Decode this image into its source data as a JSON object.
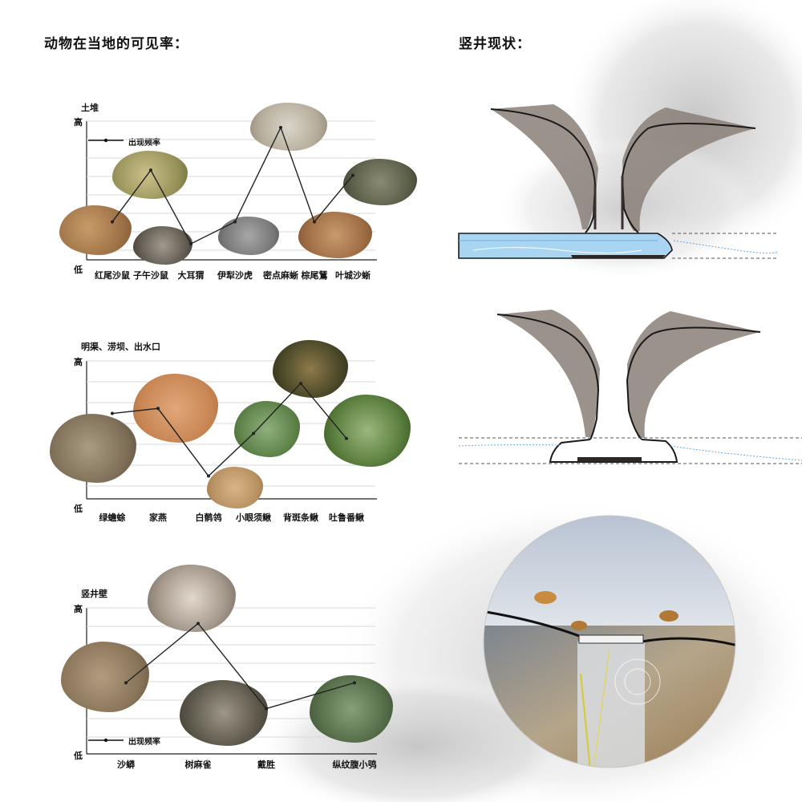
{
  "headings": {
    "visibility": "动物在当地的可见率：",
    "shaft_status": "竖井现状："
  },
  "panels": [
    {
      "title": "土堆",
      "high": "高",
      "low": "低",
      "legend": "出现频率",
      "levels_note": "relative visibility 0 (低) to 1 (高)",
      "items": [
        {
          "label": "红尾沙鼠",
          "level": 0.22
        },
        {
          "label": "子午沙鼠",
          "level": 0.62
        },
        {
          "label": "大耳猬",
          "level": 0.05
        },
        {
          "label": "伊犁沙虎",
          "level": 0.22
        },
        {
          "label": "密点麻蜥",
          "level": 0.95
        },
        {
          "label": "棕尾鵟",
          "level": 0.22
        },
        {
          "label": "叶城沙蜥",
          "level": 0.58
        }
      ]
    },
    {
      "title": "明渠、涝坝、出水口",
      "high": "高",
      "low": "低",
      "items": [
        {
          "label": "绿蟾蜍",
          "level": 0.58
        },
        {
          "label": "家燕",
          "level": 0.62
        },
        {
          "label": "白鹡鸰",
          "level": 0.08
        },
        {
          "label": "小眼须鳅",
          "level": 0.42
        },
        {
          "label": "背斑条鳅",
          "level": 0.82
        },
        {
          "label": "吐鲁番鳅",
          "level": 0.38
        }
      ]
    },
    {
      "title": "竖井壁",
      "high": "高",
      "low": "低",
      "legend": "出现频率",
      "items": [
        {
          "label": "沙蟒",
          "level": 0.42
        },
        {
          "label": "树麻雀",
          "level": 0.88
        },
        {
          "label": "戴胜",
          "level": 0.22
        },
        {
          "label": "纵纹腹小鸮",
          "level": 0.42
        }
      ]
    }
  ],
  "colors": {
    "water": "#a9d4f2",
    "earth": "#6e6560",
    "dark_soil": "#2d2623",
    "line": "#222222",
    "grid": "#d9d9d9"
  }
}
